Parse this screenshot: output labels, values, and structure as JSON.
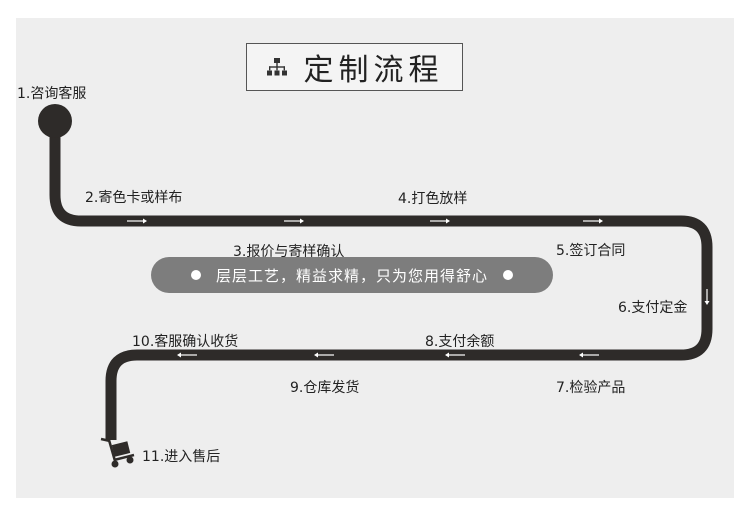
{
  "title": "定制流程",
  "banner": "层层工艺，精益求精，只为您用得舒心",
  "steps": [
    "1.咨询客服",
    "2.寄色卡或样布",
    "3.报价与寄样确认",
    "4.打色放样",
    "5.签订合同",
    "6.支付定金",
    "7.检验产品",
    "8.支付余额",
    "9.仓库发货",
    "10.客服确认收货",
    "11.进入售后"
  ],
  "colors": {
    "track": "#2e2b29",
    "background": "#eeeeee",
    "banner": "#7d7d7d"
  },
  "icons": {
    "title": "org-chart-icon",
    "start": "start-node-icon",
    "end": "hand-truck-icon"
  }
}
